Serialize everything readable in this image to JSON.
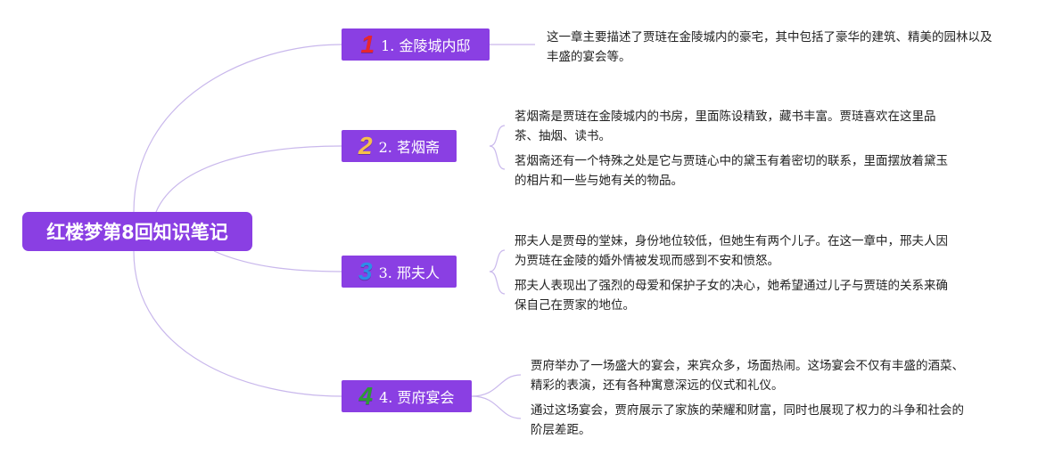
{
  "mindmap": {
    "root": {
      "label": "红楼梦第8回知识笔记"
    },
    "branches": [
      {
        "number_icon": "1",
        "icon_color": "#e8262e",
        "label": "1. 金陵城内邸",
        "notes": [
          "这一章主要描述了贾琏在金陵城内的豪宅，其中包括了豪华的建筑、精美的园林以及丰盛的宴会等。"
        ]
      },
      {
        "number_icon": "2",
        "icon_color": "#f5c04a",
        "label": "2. 茗烟斋",
        "notes": [
          "茗烟斋是贾琏在金陵城内的书房，里面陈设精致，藏书丰富。贾琏喜欢在这里品茶、抽烟、读书。",
          "茗烟斋还有一个特殊之处是它与贾琏心中的黛玉有着密切的联系，里面摆放着黛玉的相片和一些与她有关的物品。"
        ]
      },
      {
        "number_icon": "3",
        "icon_color": "#2d8ee8",
        "label": "3. 邢夫人",
        "notes": [
          "邢夫人是贾母的堂妹，身份地位较低，但她生有两个儿子。在这一章中，邢夫人因为贾琏在金陵的婚外情被发现而感到不安和愤怒。",
          "邢夫人表现出了强烈的母爱和保护子女的决心，她希望通过儿子与贾琏的关系来确保自己在贾家的地位。"
        ]
      },
      {
        "number_icon": "4",
        "icon_color": "#2e9a35",
        "label": "4. 贾府宴会",
        "notes": [
          "贾府举办了一场盛大的宴会，来宾众多，场面热闹。这场宴会不仅有丰盛的酒菜、精彩的表演，还有各种寓意深远的仪式和礼仪。",
          "通过这场宴会，贾府展示了家族的荣耀和财富，同时也展现了权力的斗争和社会的阶层差距。"
        ]
      }
    ],
    "colors": {
      "node": "#8a3fe3",
      "connector": "#c9b8ec"
    }
  }
}
